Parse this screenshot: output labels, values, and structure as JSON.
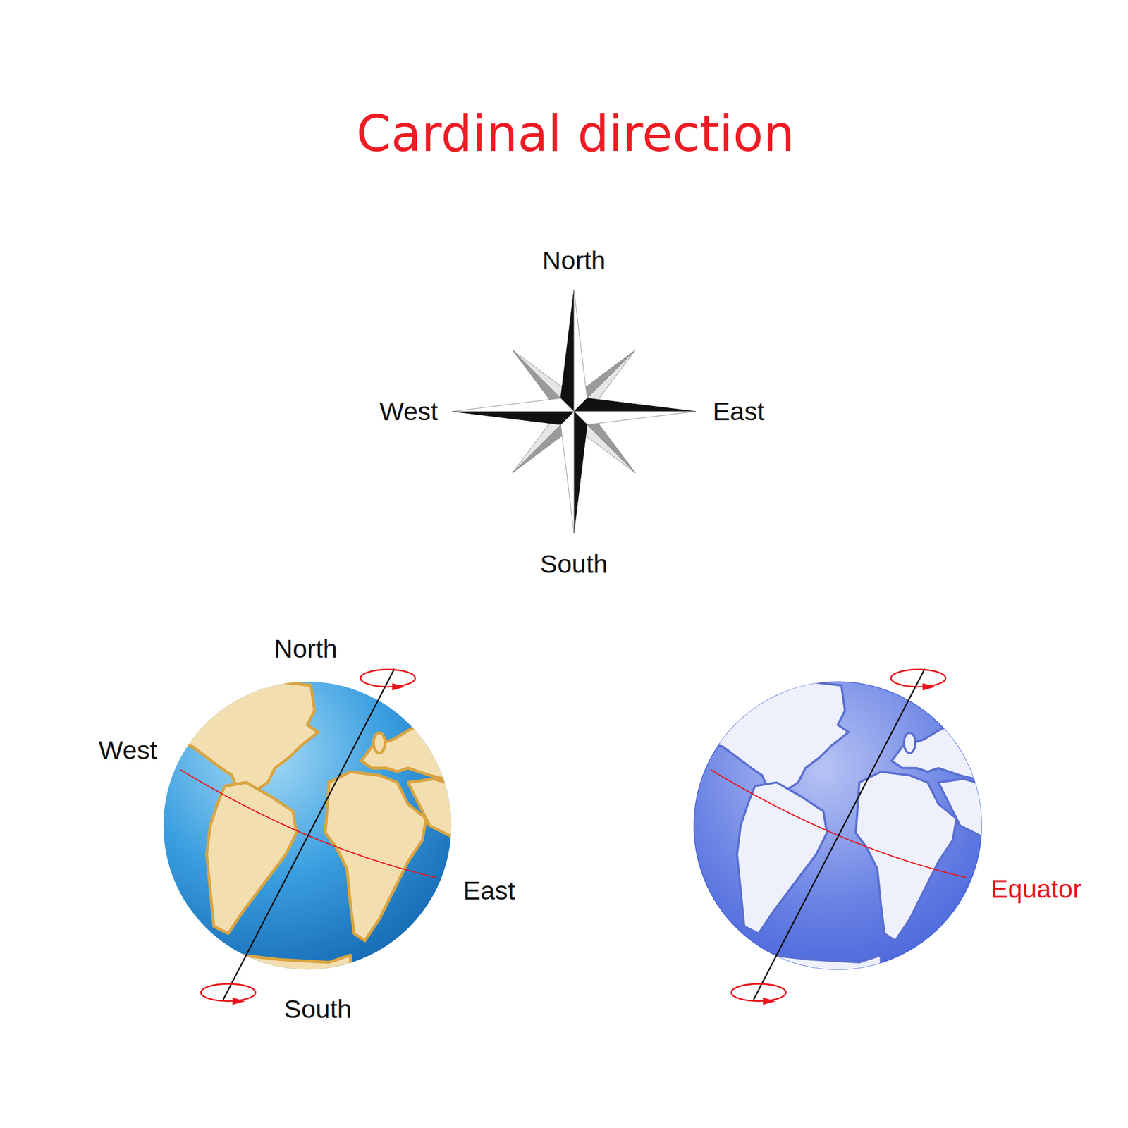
{
  "diagram": {
    "title": "Cardinal direction",
    "labels": [
      "North",
      "West",
      "East",
      "South",
      "North",
      "West",
      "East",
      "South",
      "Equator"
    ]
  }
}
